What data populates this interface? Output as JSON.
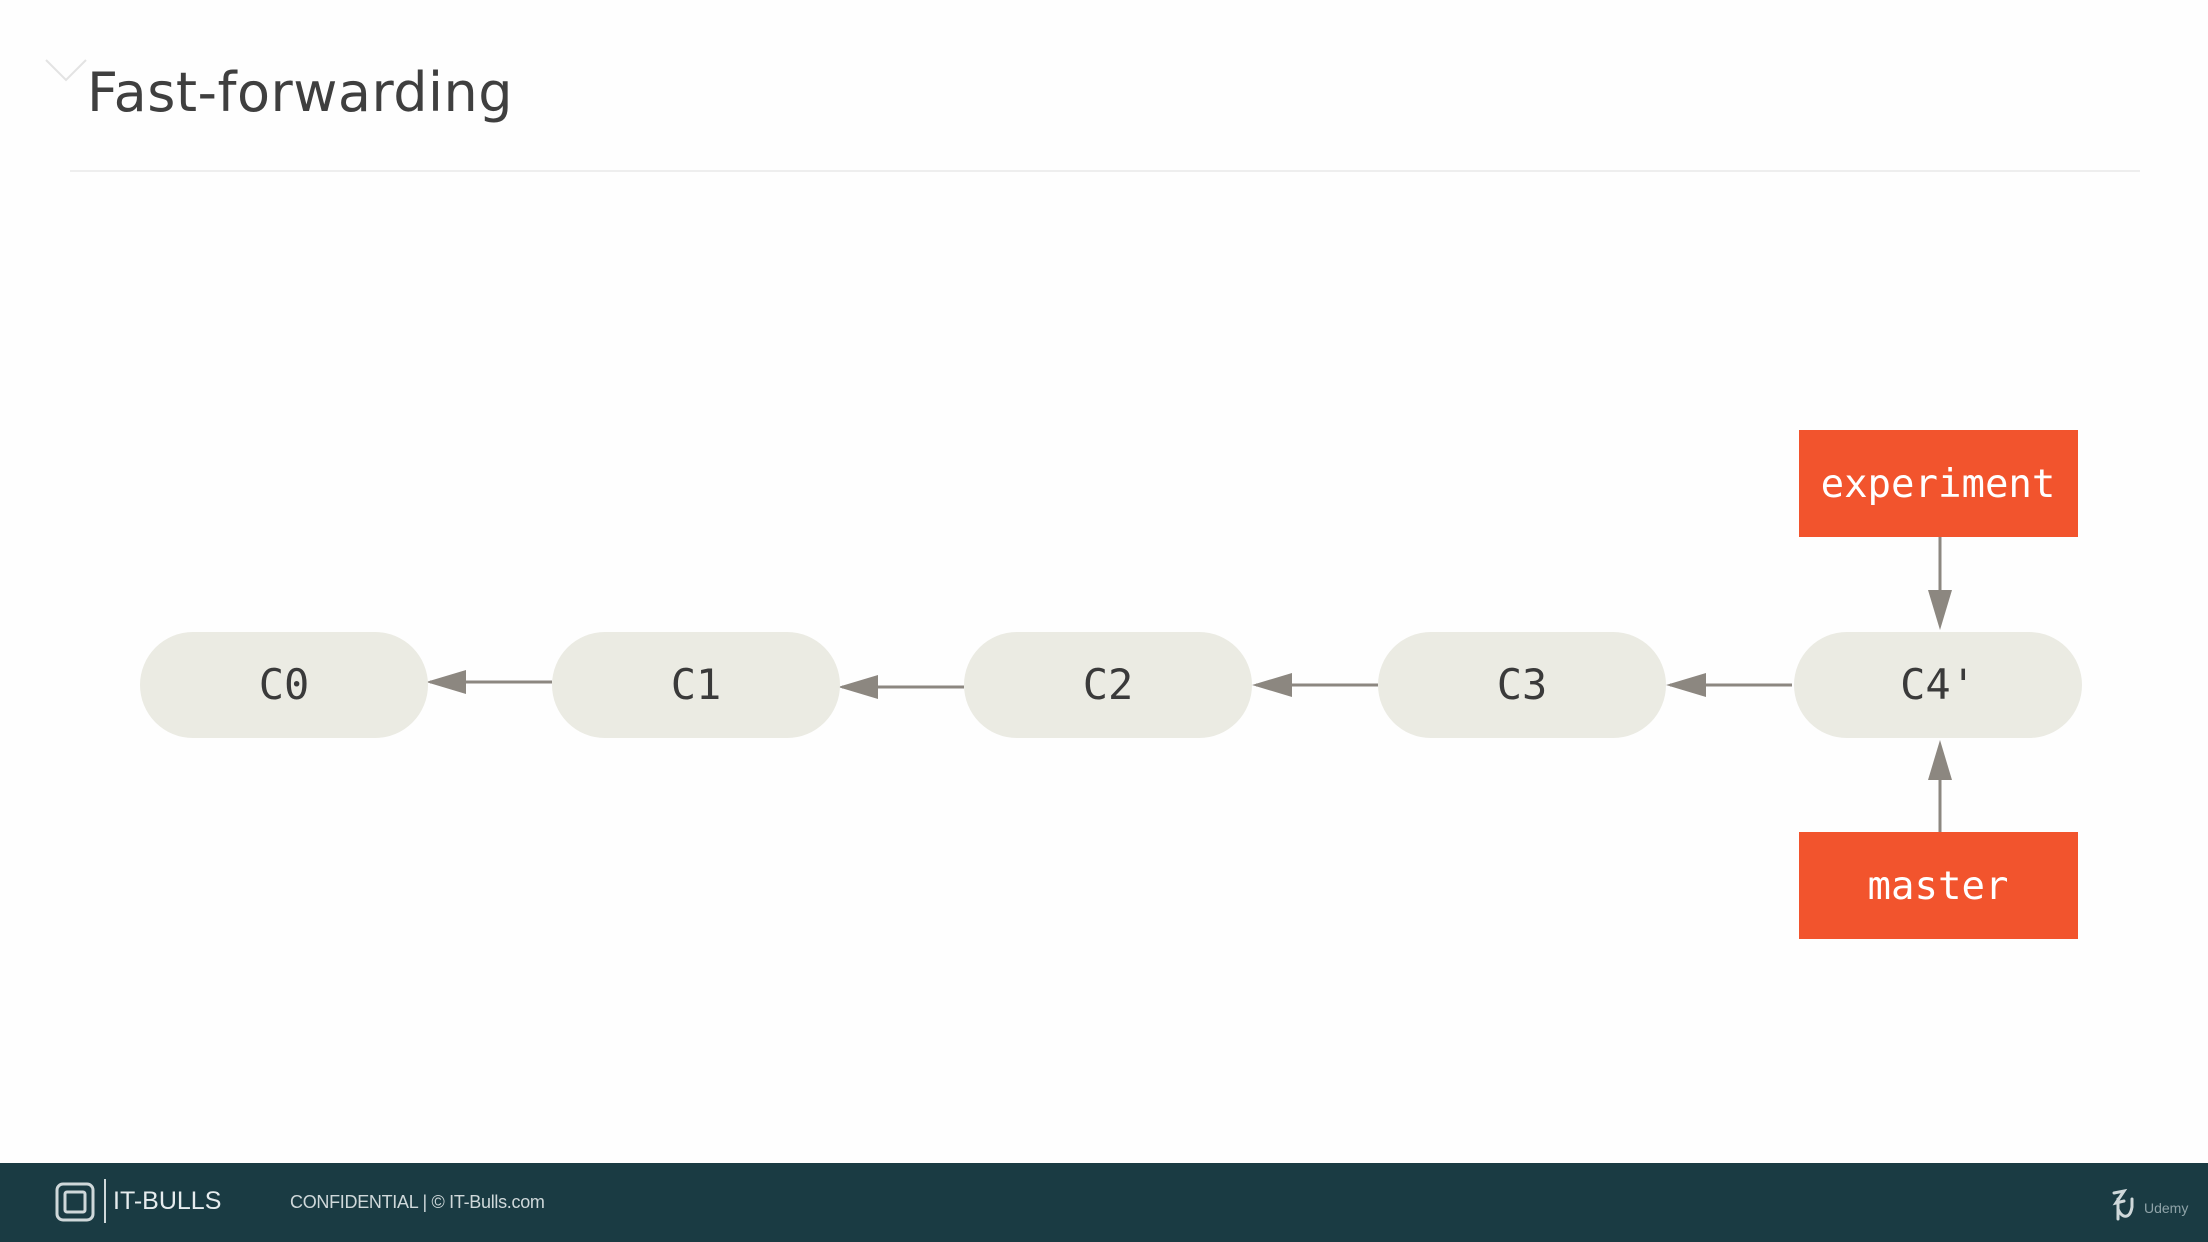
{
  "slide": {
    "title": "Fast-forwarding"
  },
  "diagram": {
    "commits": [
      "C0",
      "C1",
      "C2",
      "C3",
      "C4'"
    ],
    "branches": {
      "experiment": "experiment",
      "master": "master"
    },
    "colors": {
      "commit_fill": "#ebebe3",
      "commit_text": "#3a3a3a",
      "arrow": "#8c8780",
      "branch_fill": "#f2542d",
      "branch_text": "#ffffff"
    }
  },
  "footer": {
    "brand": "IT-BULLS",
    "confidential": "CONFIDENTIAL  |  © IT-Bulls.com",
    "udemy": "Udemy",
    "colors": {
      "background": "#1a3b43"
    }
  }
}
